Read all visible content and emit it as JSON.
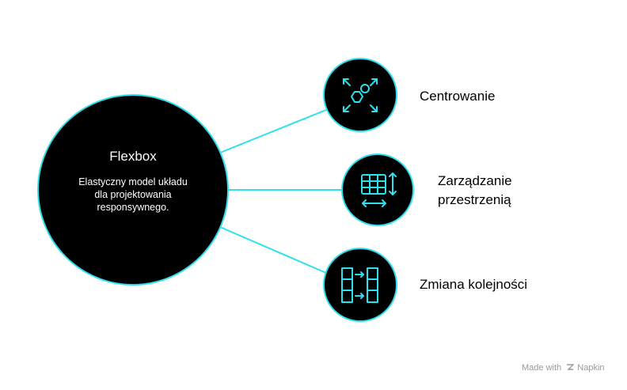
{
  "central": {
    "title": "Flexbox",
    "description": "Elastyczny model układu dla projektowania responsywnego."
  },
  "nodes": [
    {
      "label": "Centrowanie",
      "icon": "center-arrows-icon"
    },
    {
      "label": "Zarządzanie przestrzenią",
      "icon": "grid-resize-icon"
    },
    {
      "label": "Zmiana kolejności",
      "icon": "reorder-columns-icon"
    }
  ],
  "colors": {
    "accent": "#2ee0ee",
    "node_fill": "#000000",
    "background": "#ffffff",
    "watermark": "#9a9a9a"
  },
  "watermark": {
    "prefix": "Made with",
    "brand": "Napkin"
  }
}
